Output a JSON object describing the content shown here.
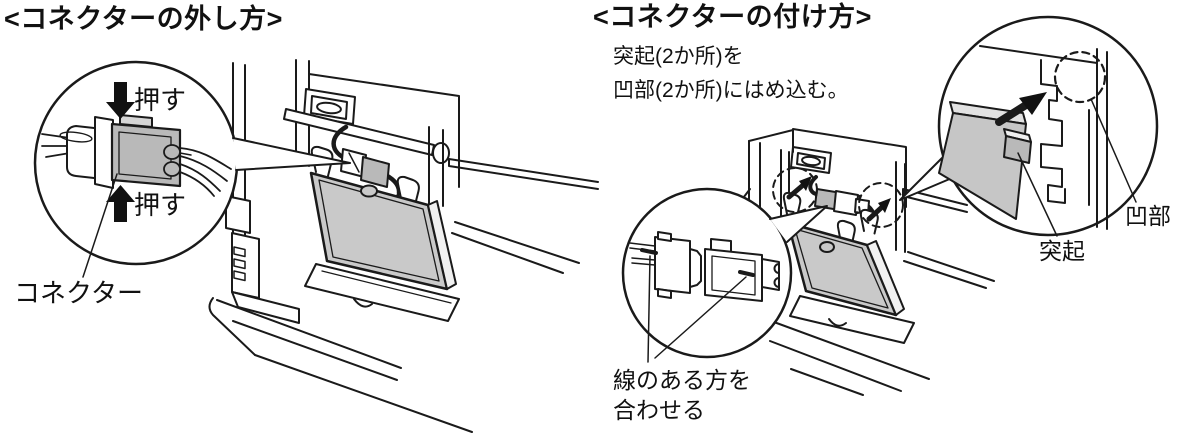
{
  "left_panel": {
    "title": "<コネクターの外し方>",
    "inset": {
      "push_top_label": "押す",
      "push_bottom_label": "押す",
      "push_arrow_icons": [
        "arrow-down-icon",
        "arrow-up-icon"
      ]
    },
    "connector_label": "コネクター"
  },
  "right_panel": {
    "title": "<コネクターの付け方>",
    "instruction_line1": "突起(2か所)を",
    "instruction_line2": "凹部(2か所)にはめ込む。",
    "recess_label": "凹部",
    "protrusion_label": "突起",
    "align_label_line1": "線のある方を",
    "align_label_line2": "合わせる",
    "attach_arrow_icon": "arrow-up-right-icon"
  },
  "colors": {
    "line": "#1a1a1a",
    "door_gray": "#c9c9c9",
    "connector_gray": "#b9b9b9",
    "cover_gray": "#c6c6c6",
    "edge_light": "#f1f1f1",
    "background": "#ffffff"
  }
}
